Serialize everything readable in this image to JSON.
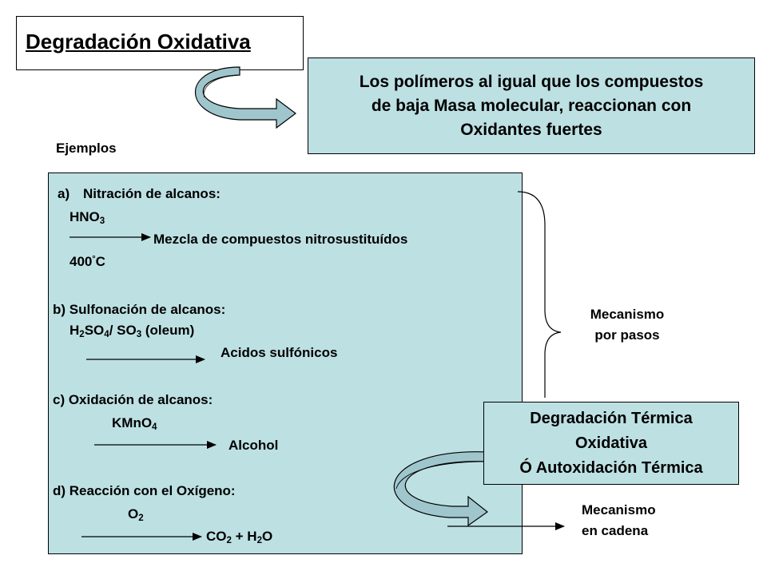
{
  "title": "Degradación Oxidativa",
  "intro": {
    "line1": "Los polímeros al igual que los compuestos",
    "line2": "de baja Masa molecular, reaccionan con",
    "line3": "Oxidantes fuertes"
  },
  "examples_label": "Ejemplos",
  "reactions": {
    "a": {
      "heading_marker": "a)",
      "heading": "Nitración de alcanos:",
      "reagent_main": "HNO",
      "reagent_sub": "3",
      "product": "Mezcla de compuestos nitrosustituídos",
      "condition_main": "400",
      "condition_sup": "°",
      "condition_unit": "C"
    },
    "b": {
      "heading": "b) Sulfonación de alcanos:",
      "reagent_1": "H",
      "reagent_2": "2",
      "reagent_3": "SO",
      "reagent_4": "4",
      "reagent_5": "/ SO",
      "reagent_6": "3",
      "reagent_7": " (oleum)",
      "product": "Acidos sulfónicos"
    },
    "c": {
      "heading": "c) Oxidación de alcanos:",
      "reagent_main": "KMnO",
      "reagent_sub": "4",
      "product": "Alcohol"
    },
    "d": {
      "heading": "d) Reacción con el Oxígeno:",
      "reagent_main": "O",
      "reagent_sub": "2",
      "product_1": "CO",
      "product_2": "2",
      "product_3": " + H",
      "product_4": "2",
      "product_5": "O"
    }
  },
  "mechanism_steps": {
    "line1": "Mecanismo",
    "line2": "por pasos"
  },
  "thermal": {
    "line1": "Degradación Térmica",
    "line2": "Oxidativa",
    "line3": "Ó Autoxidación Térmica"
  },
  "mechanism_chain": {
    "line1": "Mecanismo",
    "line2": "en cadena"
  },
  "colors": {
    "box_fill": "#bde0e3",
    "arrow_fill": "#9fc6cc",
    "text": "#000000"
  }
}
